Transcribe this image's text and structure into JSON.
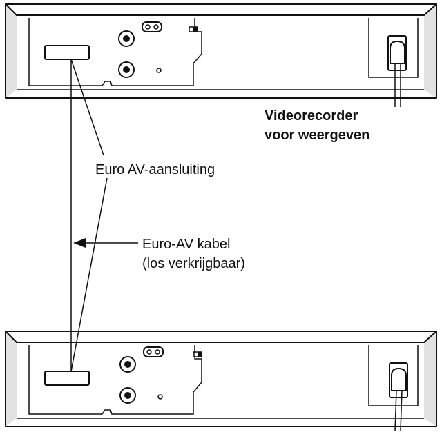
{
  "labels": {
    "playback_vcr_line1": "Videorecorder",
    "playback_vcr_line2": "voor weergeven",
    "euro_av_connector": "Euro AV-aansluiting",
    "euro_av_cable_line1": "Euro-AV kabel",
    "euro_av_cable_line2": "(los verkrijgbaar)"
  },
  "colors": {
    "ink": "#111111",
    "background": "#ffffff"
  }
}
